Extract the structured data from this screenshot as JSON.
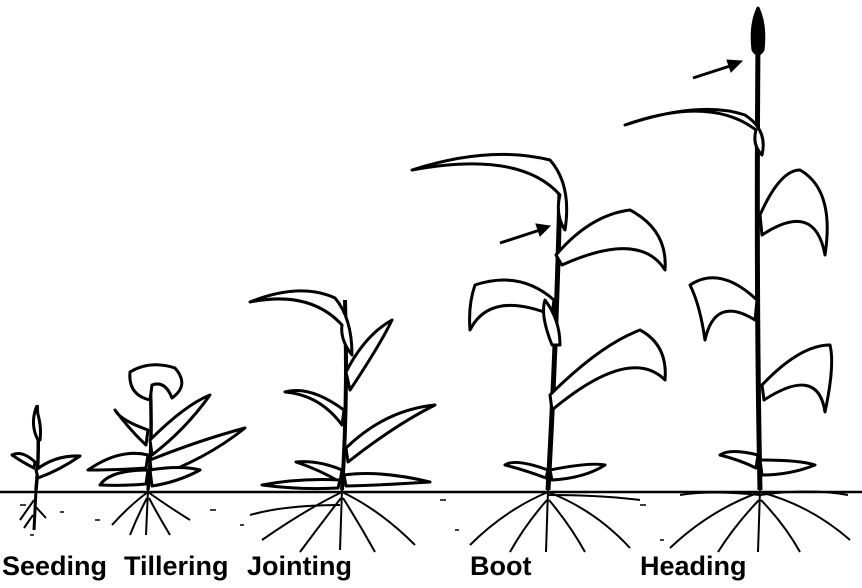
{
  "diagram": {
    "stages": [
      {
        "id": "seeding",
        "label": "Seeding"
      },
      {
        "id": "tillering",
        "label": "Tillering"
      },
      {
        "id": "jointing",
        "label": "Jointing"
      },
      {
        "id": "boot",
        "label": "Boot"
      },
      {
        "id": "heading",
        "label": "Heading"
      }
    ],
    "colors": {
      "ink": "#000000",
      "leaf": "#ffffff",
      "background": "#ffffff"
    }
  }
}
